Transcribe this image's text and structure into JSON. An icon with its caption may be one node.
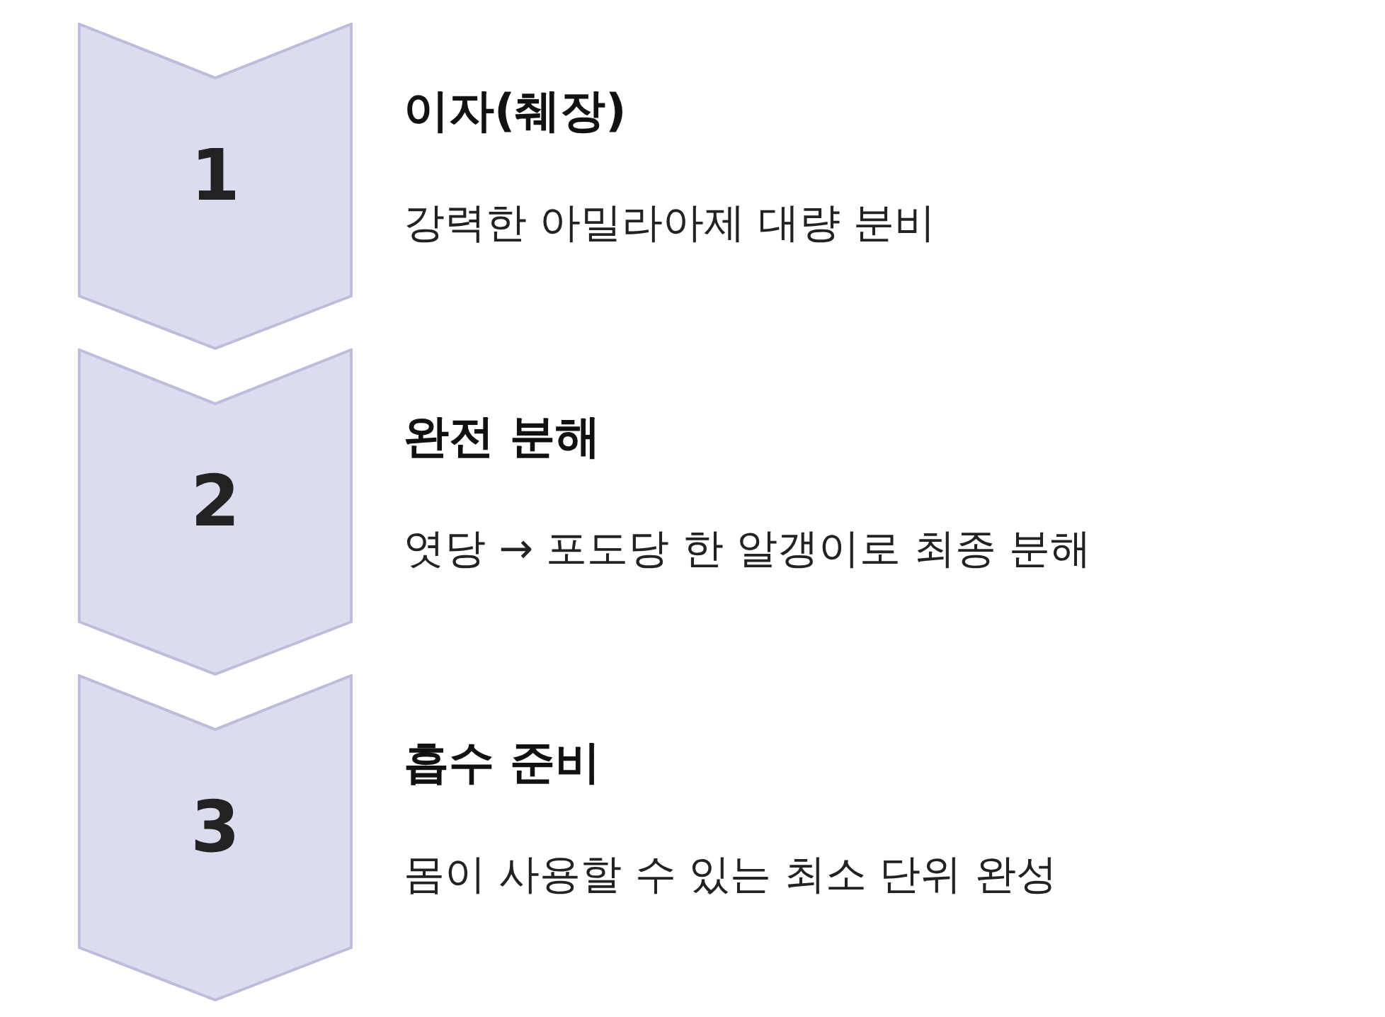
{
  "diagram": {
    "nodes": [
      {
        "text": [
          "1"
        ],
        "beside": [
          "이자(췌장)",
          "강력한 아밀라아제 대량 분비"
        ]
      },
      {
        "text": [
          "2"
        ],
        "beside": [
          "완전 분해",
          "엿당 → 포도당 한 알갱이로 최종 분해"
        ]
      },
      {
        "text": [
          "3"
        ],
        "beside": [
          "흡수 준비",
          "몸이 사용할 수 있는 최소 단위 완성"
        ]
      }
    ]
  }
}
